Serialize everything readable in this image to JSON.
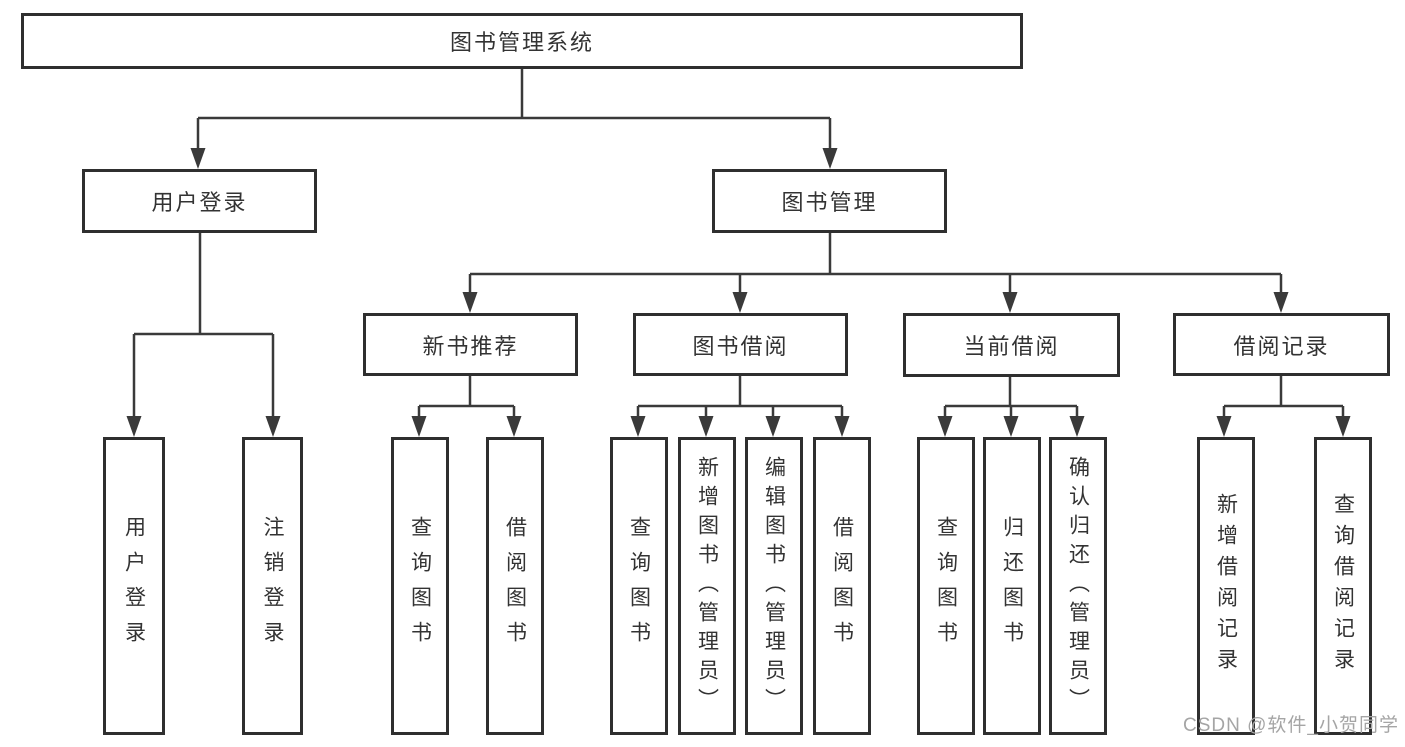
{
  "tree": {
    "root": {
      "label": "图书管理系统"
    },
    "branches": [
      {
        "label": "用户登录",
        "children": [
          {
            "label": "用户登录"
          },
          {
            "label": "注销登录"
          }
        ]
      },
      {
        "label": "图书管理",
        "children": [
          {
            "label": "新书推荐",
            "children": [
              {
                "label": "查询图书"
              },
              {
                "label": "借阅图书"
              }
            ]
          },
          {
            "label": "图书借阅",
            "children": [
              {
                "label": "查询图书"
              },
              {
                "label": "新增图书（管理员）"
              },
              {
                "label": "编辑图书（管理员）"
              },
              {
                "label": "借阅图书"
              }
            ]
          },
          {
            "label": "当前借阅",
            "children": [
              {
                "label": "查询图书"
              },
              {
                "label": "归还图书"
              },
              {
                "label": "确认归还（管理员）"
              }
            ]
          },
          {
            "label": "借阅记录",
            "children": [
              {
                "label": "新增借阅记录"
              },
              {
                "label": "查询借阅记录"
              }
            ]
          }
        ]
      }
    ]
  },
  "watermark": {
    "text": "CSDN @软件_小贺同学",
    "color": "#a5a5a5"
  },
  "colors": {
    "background": "#ffffff",
    "box_border": "#2f2f2f",
    "connector_line": "#3a3a3a",
    "text": "#333333"
  }
}
